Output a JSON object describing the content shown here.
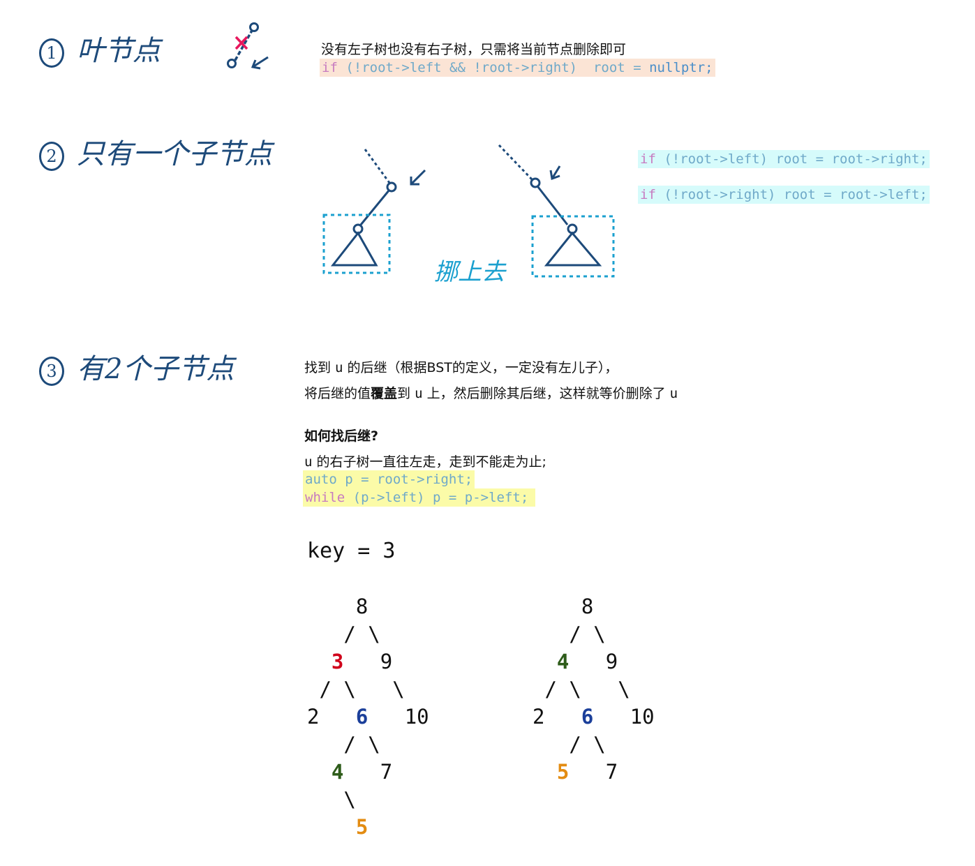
{
  "section1": {
    "number": "1",
    "title": "叶节点",
    "desc": "没有左子树也没有右子树，只需将当前节点删除即可",
    "code": {
      "kw": "if",
      "cond": "(!root->left && !root->right)",
      "lhs": "root",
      "eq": "=",
      "rhs": "nullptr;"
    }
  },
  "section2": {
    "number": "2",
    "title": "只有一个子节点",
    "diagram_label": "挪上去",
    "code1": {
      "kw": "if",
      "rest": "(!root->left) root = root->right;"
    },
    "code2": {
      "kw": "if",
      "rest": "(!root->right) root = root->left;"
    }
  },
  "section3": {
    "number": "3",
    "title": "有2个子节点",
    "line1_a": "找到 ",
    "line1_u": "u",
    "line1_b": " 的后继（根据BST的定义，一定没有左儿子），",
    "line2_a": "将后继的值",
    "line2_bold": "覆盖",
    "line2_b": "到 ",
    "line2_u": "u",
    "line2_c": " 上，然后删除其后继，这样就等价删除了 ",
    "line2_u2": "u",
    "question": "如何找后继?",
    "line3_u": "u",
    "line3_rest": " 的右子树一直往左走，走到不能走为止;",
    "code1": {
      "kw": "auto",
      "rest": "p = root->right;"
    },
    "code2": {
      "kw": "while",
      "rest": "(p->left) p = p->left;"
    }
  },
  "example": {
    "key_line": "key = 3",
    "tree_before": {
      "nodes": [
        "8",
        "3",
        "9",
        "2",
        "6",
        "10",
        "4",
        "7",
        "5"
      ]
    },
    "tree_after": {
      "nodes": [
        "8",
        "4",
        "9",
        "2",
        "6",
        "10",
        "5",
        "7"
      ]
    }
  }
}
